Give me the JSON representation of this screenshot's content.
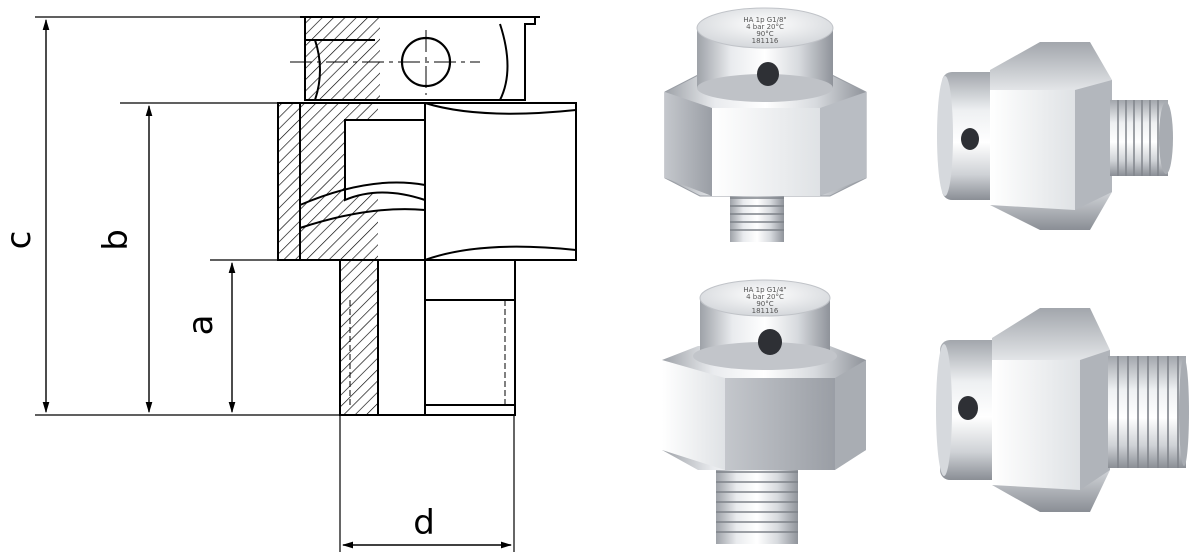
{
  "drawing": {
    "dimensions": [
      {
        "key": "c",
        "label": "c"
      },
      {
        "key": "b",
        "label": "b"
      },
      {
        "key": "a",
        "label": "a"
      },
      {
        "key": "d",
        "label": "d"
      }
    ]
  },
  "products": [
    {
      "id": "small-vertical",
      "engraving": [
        "HA 1p G1/8\"",
        "4 bar 20°C",
        "90°C",
        "181116"
      ]
    },
    {
      "id": "small-side"
    },
    {
      "id": "large-vertical",
      "engraving": [
        "HA 1p G1/4\"",
        "4 bar 20°C",
        "90°C",
        "181116"
      ]
    },
    {
      "id": "large-side"
    }
  ],
  "colors": {
    "line": "#000000",
    "metal_light": "#f4f5f7",
    "metal_mid": "#c9ccd1",
    "metal_dark": "#8c9097",
    "background": "#ffffff"
  }
}
